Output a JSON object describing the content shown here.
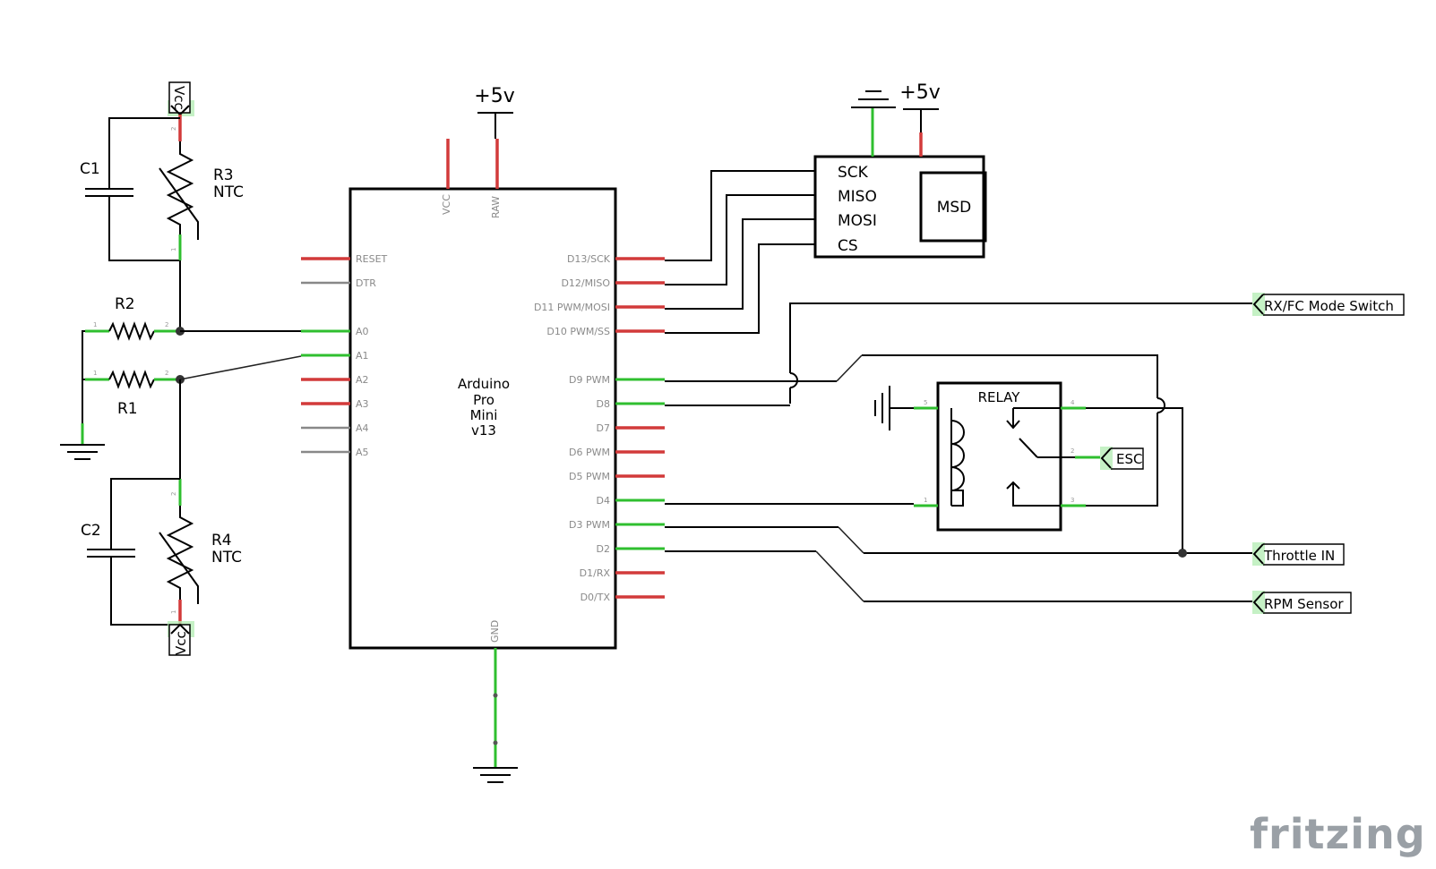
{
  "power": {
    "plus5v_label": "+5v",
    "vcc_label": "Vcc"
  },
  "arduino": {
    "name_lines": [
      "Arduino",
      "Pro",
      "Mini",
      "v13"
    ],
    "top_pins": [
      "VCC",
      "RAW"
    ],
    "bottom_pin": "GND",
    "left_pins": [
      "RESET",
      "DTR",
      "A0",
      "A1",
      "A2",
      "A3",
      "A4",
      "A5"
    ],
    "right_pins": [
      "D13/SCK",
      "D12/MISO",
      "D11 PWM/MOSI",
      "D10 PWM/SS",
      "D9 PWM",
      "D8",
      "D7",
      "D6 PWM",
      "D5 PWM",
      "D4",
      "D3 PWM",
      "D2",
      "D1/RX",
      "D0/TX"
    ]
  },
  "msd": {
    "title": "MSD",
    "pins": [
      "SCK",
      "MISO",
      "MOSI",
      "CS"
    ]
  },
  "relay": {
    "title": "RELAY",
    "pin_numbers": [
      "5",
      "4",
      "2",
      "1",
      "3"
    ]
  },
  "components": {
    "c1": "C1",
    "c2": "C2",
    "r3": "R3",
    "r3_type": "NTC",
    "r4": "R4",
    "r4_type": "NTC",
    "r1": "R1",
    "r2": "R2",
    "pin1": "1",
    "pin2": "2"
  },
  "connectors": {
    "rx_fc_mode_switch": "RX/FC Mode Switch",
    "esc": "ESC",
    "throttle_in": "Throttle IN",
    "rpm_sensor": "RPM Sensor"
  },
  "branding": {
    "logo": "fritzing"
  },
  "colors": {
    "unconnected_pin": "#d23a3a",
    "connected_pin": "#2fbf2f",
    "wire": "#000000",
    "logo": "#9aa0a6"
  }
}
